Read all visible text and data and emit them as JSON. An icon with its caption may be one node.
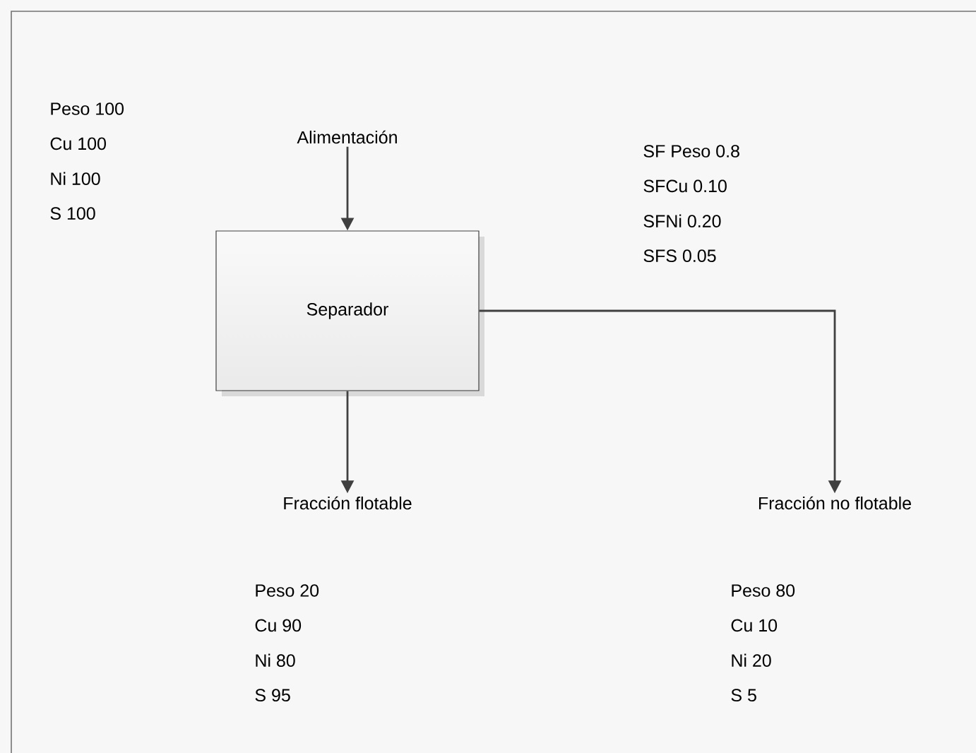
{
  "diagram": {
    "nodes": [
      {
        "text": [
          "Separador"
        ]
      },
      {
        "text": [
          "Alimentación"
        ]
      },
      {
        "text": [
          "Fracción flotable"
        ]
      },
      {
        "text": [
          "Fracción no flotable"
        ]
      }
    ],
    "edges": [
      {
        "from": 1,
        "to": 0,
        "arrow": "to"
      },
      {
        "from": 0,
        "to": 2,
        "arrow": "to"
      },
      {
        "from": 0,
        "to": 3,
        "arrow": "to"
      }
    ],
    "labels": [
      "Peso 100",
      "Cu 100",
      "Ni 100",
      "S 100",
      "SF Peso 0.8",
      "SFCu 0.10",
      "SFNi 0.20",
      "SFS 0.05",
      "Peso 20",
      "Cu 90",
      "Ni 80",
      "S 95",
      "Peso 80",
      "Cu 10",
      "Ni 20",
      "S 5"
    ]
  }
}
